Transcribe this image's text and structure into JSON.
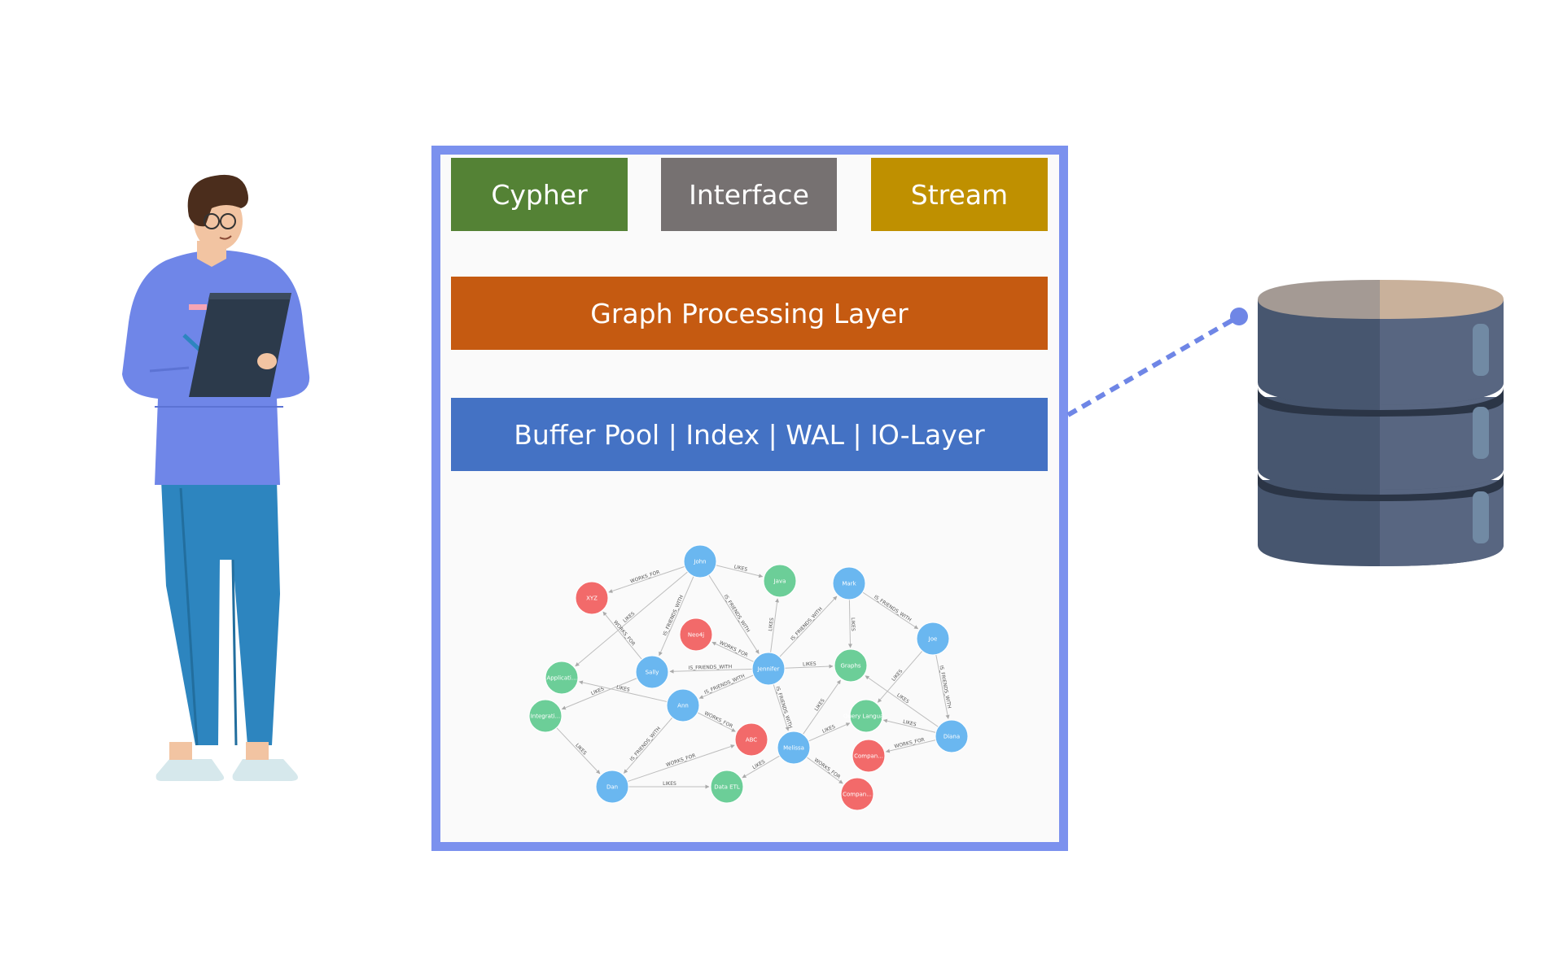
{
  "colors": {
    "frame_border": "#7b91ee",
    "cypher": "#548235",
    "interface": "#767171",
    "stream": "#bf9000",
    "graph_processing": "#c55a11",
    "buffer_pool": "#4472c4",
    "node_person": "#6ab7f0",
    "node_tech": "#6cce98",
    "node_company": "#f26a6a",
    "connector": "#6f86e6",
    "database": "#47566f"
  },
  "layers": {
    "cypher": "Cypher",
    "interface": "Interface",
    "stream": "Stream",
    "graph_processing": "Graph Processing Layer",
    "storage": "Buffer Pool | Index | WAL | IO-Layer"
  },
  "graph": {
    "nodes": [
      {
        "id": "john",
        "label": "John",
        "kind": "person"
      },
      {
        "id": "java",
        "label": "Java",
        "kind": "tech"
      },
      {
        "id": "xyz",
        "label": "XYZ",
        "kind": "company"
      },
      {
        "id": "neo4j",
        "label": "Neo4j",
        "kind": "company"
      },
      {
        "id": "mark",
        "label": "Mark",
        "kind": "person"
      },
      {
        "id": "joe",
        "label": "Joe",
        "kind": "person"
      },
      {
        "id": "sally",
        "label": "Sally",
        "kind": "person"
      },
      {
        "id": "jennifer",
        "label": "Jennifer",
        "kind": "person"
      },
      {
        "id": "graphs",
        "label": "Graphs",
        "kind": "tech"
      },
      {
        "id": "applicati",
        "label": "Applicati...",
        "kind": "tech"
      },
      {
        "id": "integrati",
        "label": "Integrati...",
        "kind": "tech"
      },
      {
        "id": "ann",
        "label": "Ann",
        "kind": "person"
      },
      {
        "id": "abc",
        "label": "ABC",
        "kind": "company"
      },
      {
        "id": "melissa",
        "label": "Melissa",
        "kind": "person"
      },
      {
        "id": "query",
        "label": "Query Langua...",
        "kind": "tech"
      },
      {
        "id": "diana",
        "label": "Diana",
        "kind": "person"
      },
      {
        "id": "compan1",
        "label": "Compan...",
        "kind": "company"
      },
      {
        "id": "dan",
        "label": "Dan",
        "kind": "person"
      },
      {
        "id": "dataetl",
        "label": "Data ETL",
        "kind": "tech"
      },
      {
        "id": "compan2",
        "label": "Compan...",
        "kind": "company"
      }
    ],
    "edges": [
      {
        "from": "john",
        "to": "java",
        "label": "LIKES"
      },
      {
        "from": "john",
        "to": "xyz",
        "label": "WORKS_FOR"
      },
      {
        "from": "john",
        "to": "sally",
        "label": "IS_FRIENDS_WITH"
      },
      {
        "from": "john",
        "to": "jennifer",
        "label": "IS_FRIENDS_WITH"
      },
      {
        "from": "john",
        "to": "applicati",
        "label": "LIKES"
      },
      {
        "from": "sally",
        "to": "xyz",
        "label": "WORKS_FOR"
      },
      {
        "from": "jennifer",
        "to": "sally",
        "label": "IS_FRIENDS_WITH"
      },
      {
        "from": "jennifer",
        "to": "java",
        "label": "LIKES"
      },
      {
        "from": "jennifer",
        "to": "neo4j",
        "label": "WORKS_FOR"
      },
      {
        "from": "jennifer",
        "to": "mark",
        "label": "IS_FRIENDS_WITH"
      },
      {
        "from": "jennifer",
        "to": "graphs",
        "label": "LIKES"
      },
      {
        "from": "jennifer",
        "to": "ann",
        "label": "IS_FRIENDS_WITH"
      },
      {
        "from": "jennifer",
        "to": "melissa",
        "label": "IS_FRIENDS_WITH"
      },
      {
        "from": "mark",
        "to": "joe",
        "label": "IS_FRIENDS_WITH"
      },
      {
        "from": "mark",
        "to": "graphs",
        "label": "LIKES"
      },
      {
        "from": "joe",
        "to": "query",
        "label": "LIKES"
      },
      {
        "from": "joe",
        "to": "diana",
        "label": "IS_FRIENDS_WITH"
      },
      {
        "from": "diana",
        "to": "graphs",
        "label": "LIKES"
      },
      {
        "from": "diana",
        "to": "query",
        "label": "LIKES"
      },
      {
        "from": "diana",
        "to": "compan1",
        "label": "WORKS_FOR"
      },
      {
        "from": "sally",
        "to": "integrati",
        "label": "LIKES"
      },
      {
        "from": "ann",
        "to": "applicati",
        "label": "LIKES"
      },
      {
        "from": "ann",
        "to": "abc",
        "label": "WORKS_FOR"
      },
      {
        "from": "ann",
        "to": "dan",
        "label": "IS_FRIENDS_WITH"
      },
      {
        "from": "integrati",
        "to": "dan",
        "label": "LIKES"
      },
      {
        "from": "dan",
        "to": "dataetl",
        "label": "LIKES"
      },
      {
        "from": "dan",
        "to": "abc",
        "label": "WORKS_FOR"
      },
      {
        "from": "melissa",
        "to": "graphs",
        "label": "LIKES"
      },
      {
        "from": "melissa",
        "to": "query",
        "label": "LIKES"
      },
      {
        "from": "melissa",
        "to": "dataetl",
        "label": "LIKES"
      },
      {
        "from": "melissa",
        "to": "compan2",
        "label": "WORKS_FOR"
      }
    ]
  }
}
